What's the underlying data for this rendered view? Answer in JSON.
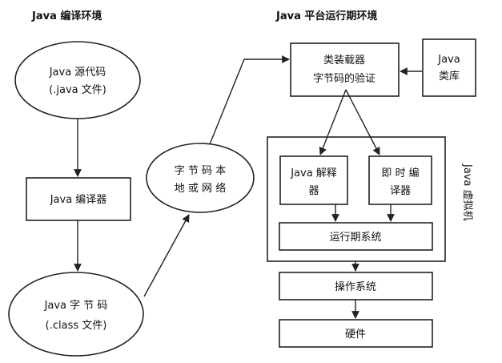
{
  "titles": {
    "left": "Java 编译环境",
    "right": "Java 平台运行期环境"
  },
  "nodes": {
    "source_code": [
      "Java  源代码",
      "(.java 文件)"
    ],
    "compiler": [
      "Java 编译器"
    ],
    "bytecode": [
      "Java    字 节 码",
      "(.class 文件)"
    ],
    "bytecode_local": [
      "字 节 码 本",
      "地 或 网 络"
    ],
    "class_loader": [
      "类装载器",
      "字节码的验证"
    ],
    "class_library": [
      "Java",
      "类库"
    ],
    "interpreter": [
      "Java 解释",
      "器"
    ],
    "jit_compiler": [
      "即 时 编",
      "译器"
    ],
    "runtime_system": [
      "运行期系统"
    ],
    "os": [
      "操作系统"
    ],
    "hardware": [
      "硬件"
    ],
    "jvm_label": "Java 虚拟机"
  },
  "colors": {
    "stroke": "#222222",
    "text": "#111111",
    "background": "#ffffff"
  }
}
